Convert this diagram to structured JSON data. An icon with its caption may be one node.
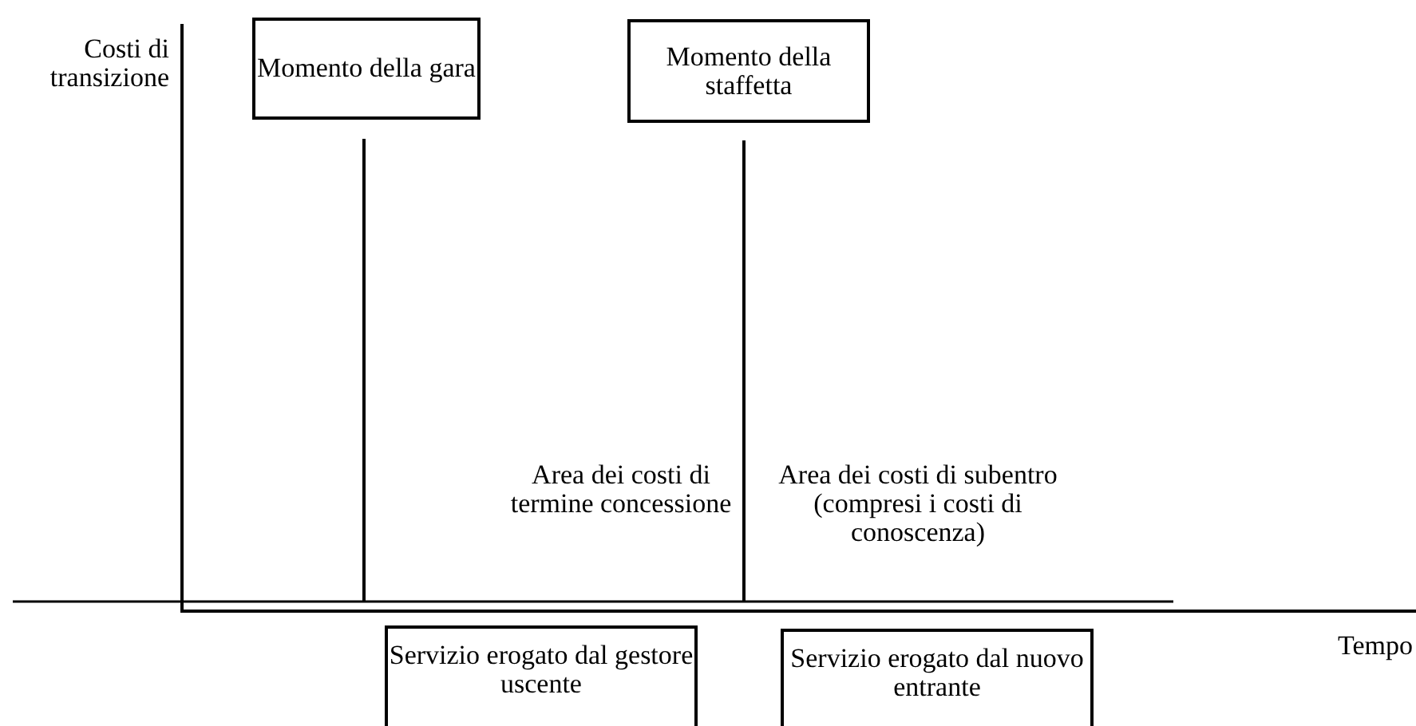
{
  "diagram": {
    "nodes": [
      {
        "text": [
          "Momento della gara"
        ]
      },
      {
        "text": [
          "Momento della staffetta"
        ]
      },
      {
        "text": [
          "Servizio erogato dal gestore uscente"
        ]
      },
      {
        "text": [
          "Servizio erogato dal nuovo entrante"
        ]
      }
    ],
    "labels": [
      "Costi di transizione",
      "Area dei costi di termine concessione",
      "Area dei costi di subentro (compresi i costi di conoscenza)",
      "Tempo"
    ]
  }
}
